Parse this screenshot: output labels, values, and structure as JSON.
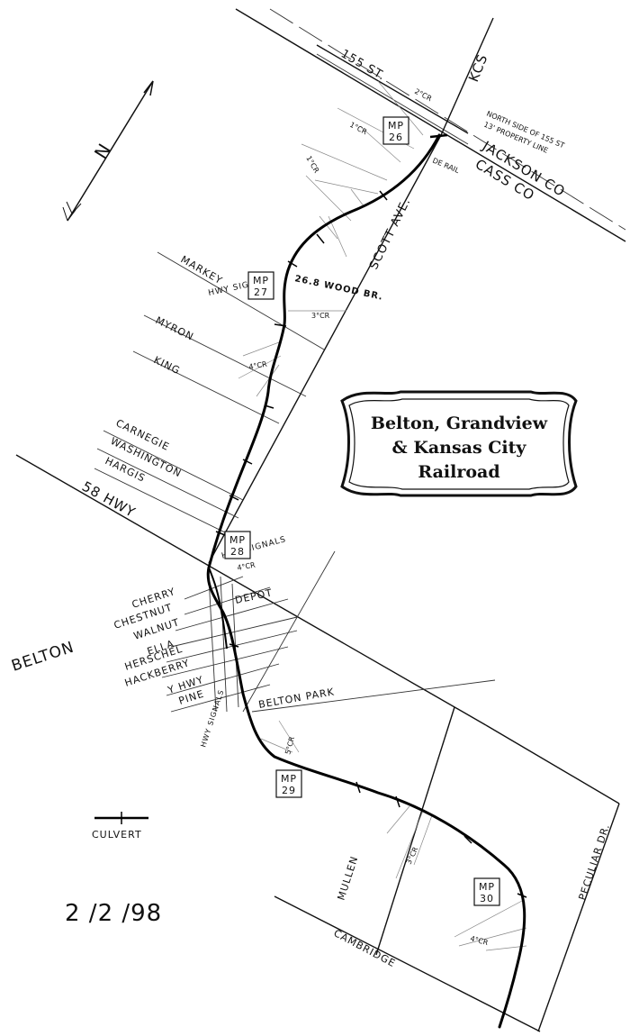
{
  "title": {
    "line1": "Belton, Grandview",
    "line2": "& Kansas City",
    "line3": "Railroad"
  },
  "north_arrow": "N",
  "date": "2 /2 /98",
  "legend": {
    "culvert": "CULVERT"
  },
  "town": "BELTON",
  "railroads": {
    "kcs": "KCS"
  },
  "counties": {
    "jackson": "JACKSON CO",
    "cass": "CASS CO"
  },
  "mileposts": [
    {
      "id": "mp26",
      "label": "MP 26"
    },
    {
      "id": "mp27",
      "label": "MP 27"
    },
    {
      "id": "mp28",
      "label": "MP 28"
    },
    {
      "id": "mp29",
      "label": "MP 29"
    },
    {
      "id": "mp30",
      "label": "MP 30"
    }
  ],
  "streets": {
    "s155": "155 ST.",
    "scott": "SCOTT AVE.",
    "markey": "MARKEY",
    "myron": "MYRON",
    "king": "KING",
    "carnegie": "CARNEGIE",
    "washington": "WASHINGTON",
    "hargis": "HARGIS",
    "hwy58": "58 HWY",
    "cherry": "CHERRY",
    "chestnut": "CHESTNUT",
    "walnut": "WALNUT",
    "ella": "ELLA",
    "herschel": "HERSCHEL",
    "hackberry": "HACKBERRY",
    "yhwy": "Y HWY",
    "pine": "PINE",
    "mullen": "MULLEN",
    "cambridge": "CAMBRIDGE",
    "peculiar": "PECULIAR DR."
  },
  "annotations": {
    "north_side": "NORTH SIDE OF 155 ST",
    "property_line": "13' PROPERTY LINE",
    "derail": "DE RAIL",
    "bridge": "26.8 WOOD BR.",
    "hwy_signals_myron": "HWY SIGNALS",
    "hwy_signals_58": "HWY SIGNALS",
    "hwy_signals_pine": "HWY SIGNALS",
    "depot": "DEPOT",
    "belton_park": "BELTON PARK"
  },
  "curves": {
    "c2": "2°CR",
    "c1a": "1°CR",
    "c1b": "1°CR",
    "c3a": "3°CR",
    "c4a": "4°CR",
    "c4b": "4°CR",
    "c5": "5°CR",
    "c3b": "3°CR",
    "c4c": "4°CR"
  }
}
